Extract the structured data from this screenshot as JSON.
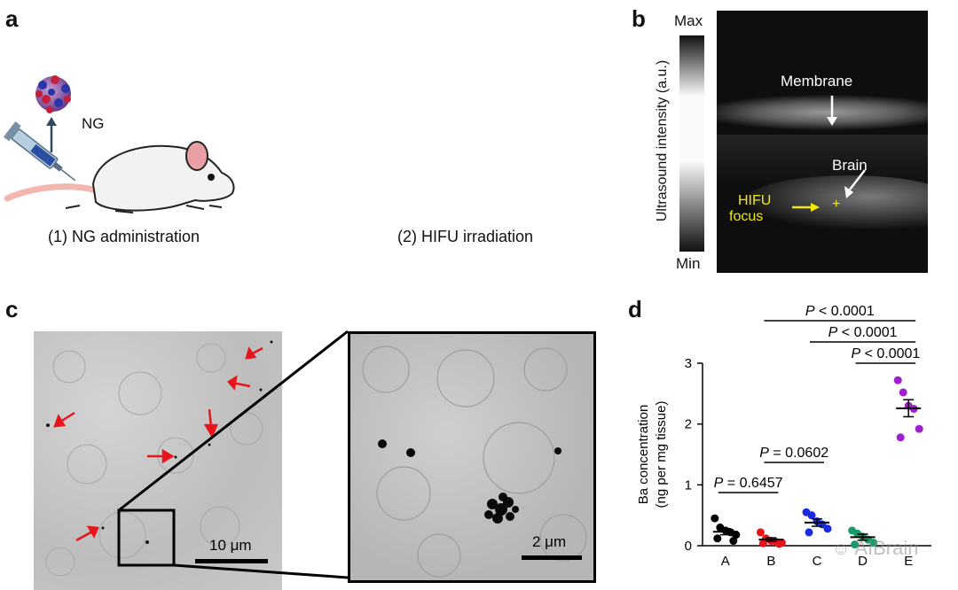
{
  "panel_a": {
    "letter": "a",
    "ng_label": "NG",
    "step1": "(1) NG administration",
    "step2": "(2) HIFU irradiation"
  },
  "panel_b": {
    "letter": "b",
    "scale_max": "Max",
    "scale_min": "Min",
    "scale_axis": "Ultrasound intensity (a.u.)",
    "label_membrane": "Membrane",
    "label_brain": "Brain",
    "label_hifu_1": "HIFU",
    "label_hifu_2": "focus",
    "focus_mark": "+",
    "hifu_color": "#f2ea00"
  },
  "panel_c": {
    "letter": "c",
    "scale_left": "10 μm",
    "scale_right": "2 μm",
    "arrow_color": "#e8141c"
  },
  "panel_d": {
    "letter": "d",
    "watermark": "AIBrain",
    "watermark_icon": "wechat-icon"
  },
  "chart_data": {
    "type": "scatter",
    "categories": [
      "A",
      "B",
      "C",
      "D",
      "E"
    ],
    "ylabel_line1": "Ba concentration",
    "ylabel_line2": "(ng per mg tissue)",
    "ylim": [
      0,
      3
    ],
    "yticks": [
      0,
      1,
      2,
      3
    ],
    "series": [
      {
        "category": "A",
        "color": "#000000",
        "mean": 0.23,
        "sem": 0.05,
        "points": [
          0.45,
          0.3,
          0.25,
          0.22,
          0.18,
          0.12,
          0.08
        ]
      },
      {
        "category": "B",
        "color": "#e8141c",
        "mean": 0.1,
        "sem": 0.03,
        "points": [
          0.22,
          0.12,
          0.08,
          0.06,
          0.05,
          0.04,
          0.03
        ]
      },
      {
        "category": "C",
        "color": "#1a2ae0",
        "mean": 0.38,
        "sem": 0.06,
        "points": [
          0.55,
          0.5,
          0.4,
          0.35,
          0.28,
          0.22
        ]
      },
      {
        "category": "D",
        "color": "#1a9a6a",
        "mean": 0.14,
        "sem": 0.05,
        "points": [
          0.25,
          0.2,
          0.15,
          0.1,
          0.05,
          0.02
        ]
      },
      {
        "category": "E",
        "color": "#a020d0",
        "mean": 2.26,
        "sem": 0.14,
        "points": [
          2.72,
          2.52,
          2.3,
          2.25,
          1.92,
          1.78
        ]
      }
    ],
    "comparisons": [
      {
        "from": "A",
        "to": "B",
        "label_p": "P",
        "label_rest": " = 0.6457"
      },
      {
        "from": "B",
        "to": "C",
        "label_p": "P",
        "label_rest": " = 0.0602"
      },
      {
        "from": "B",
        "to": "E",
        "label_p": "P",
        "label_rest": " < 0.0001"
      },
      {
        "from": "C",
        "to": "E",
        "label_p": "P",
        "label_rest": " < 0.0001"
      },
      {
        "from": "D",
        "to": "E",
        "label_p": "P",
        "label_rest": " < 0.0001"
      }
    ]
  }
}
